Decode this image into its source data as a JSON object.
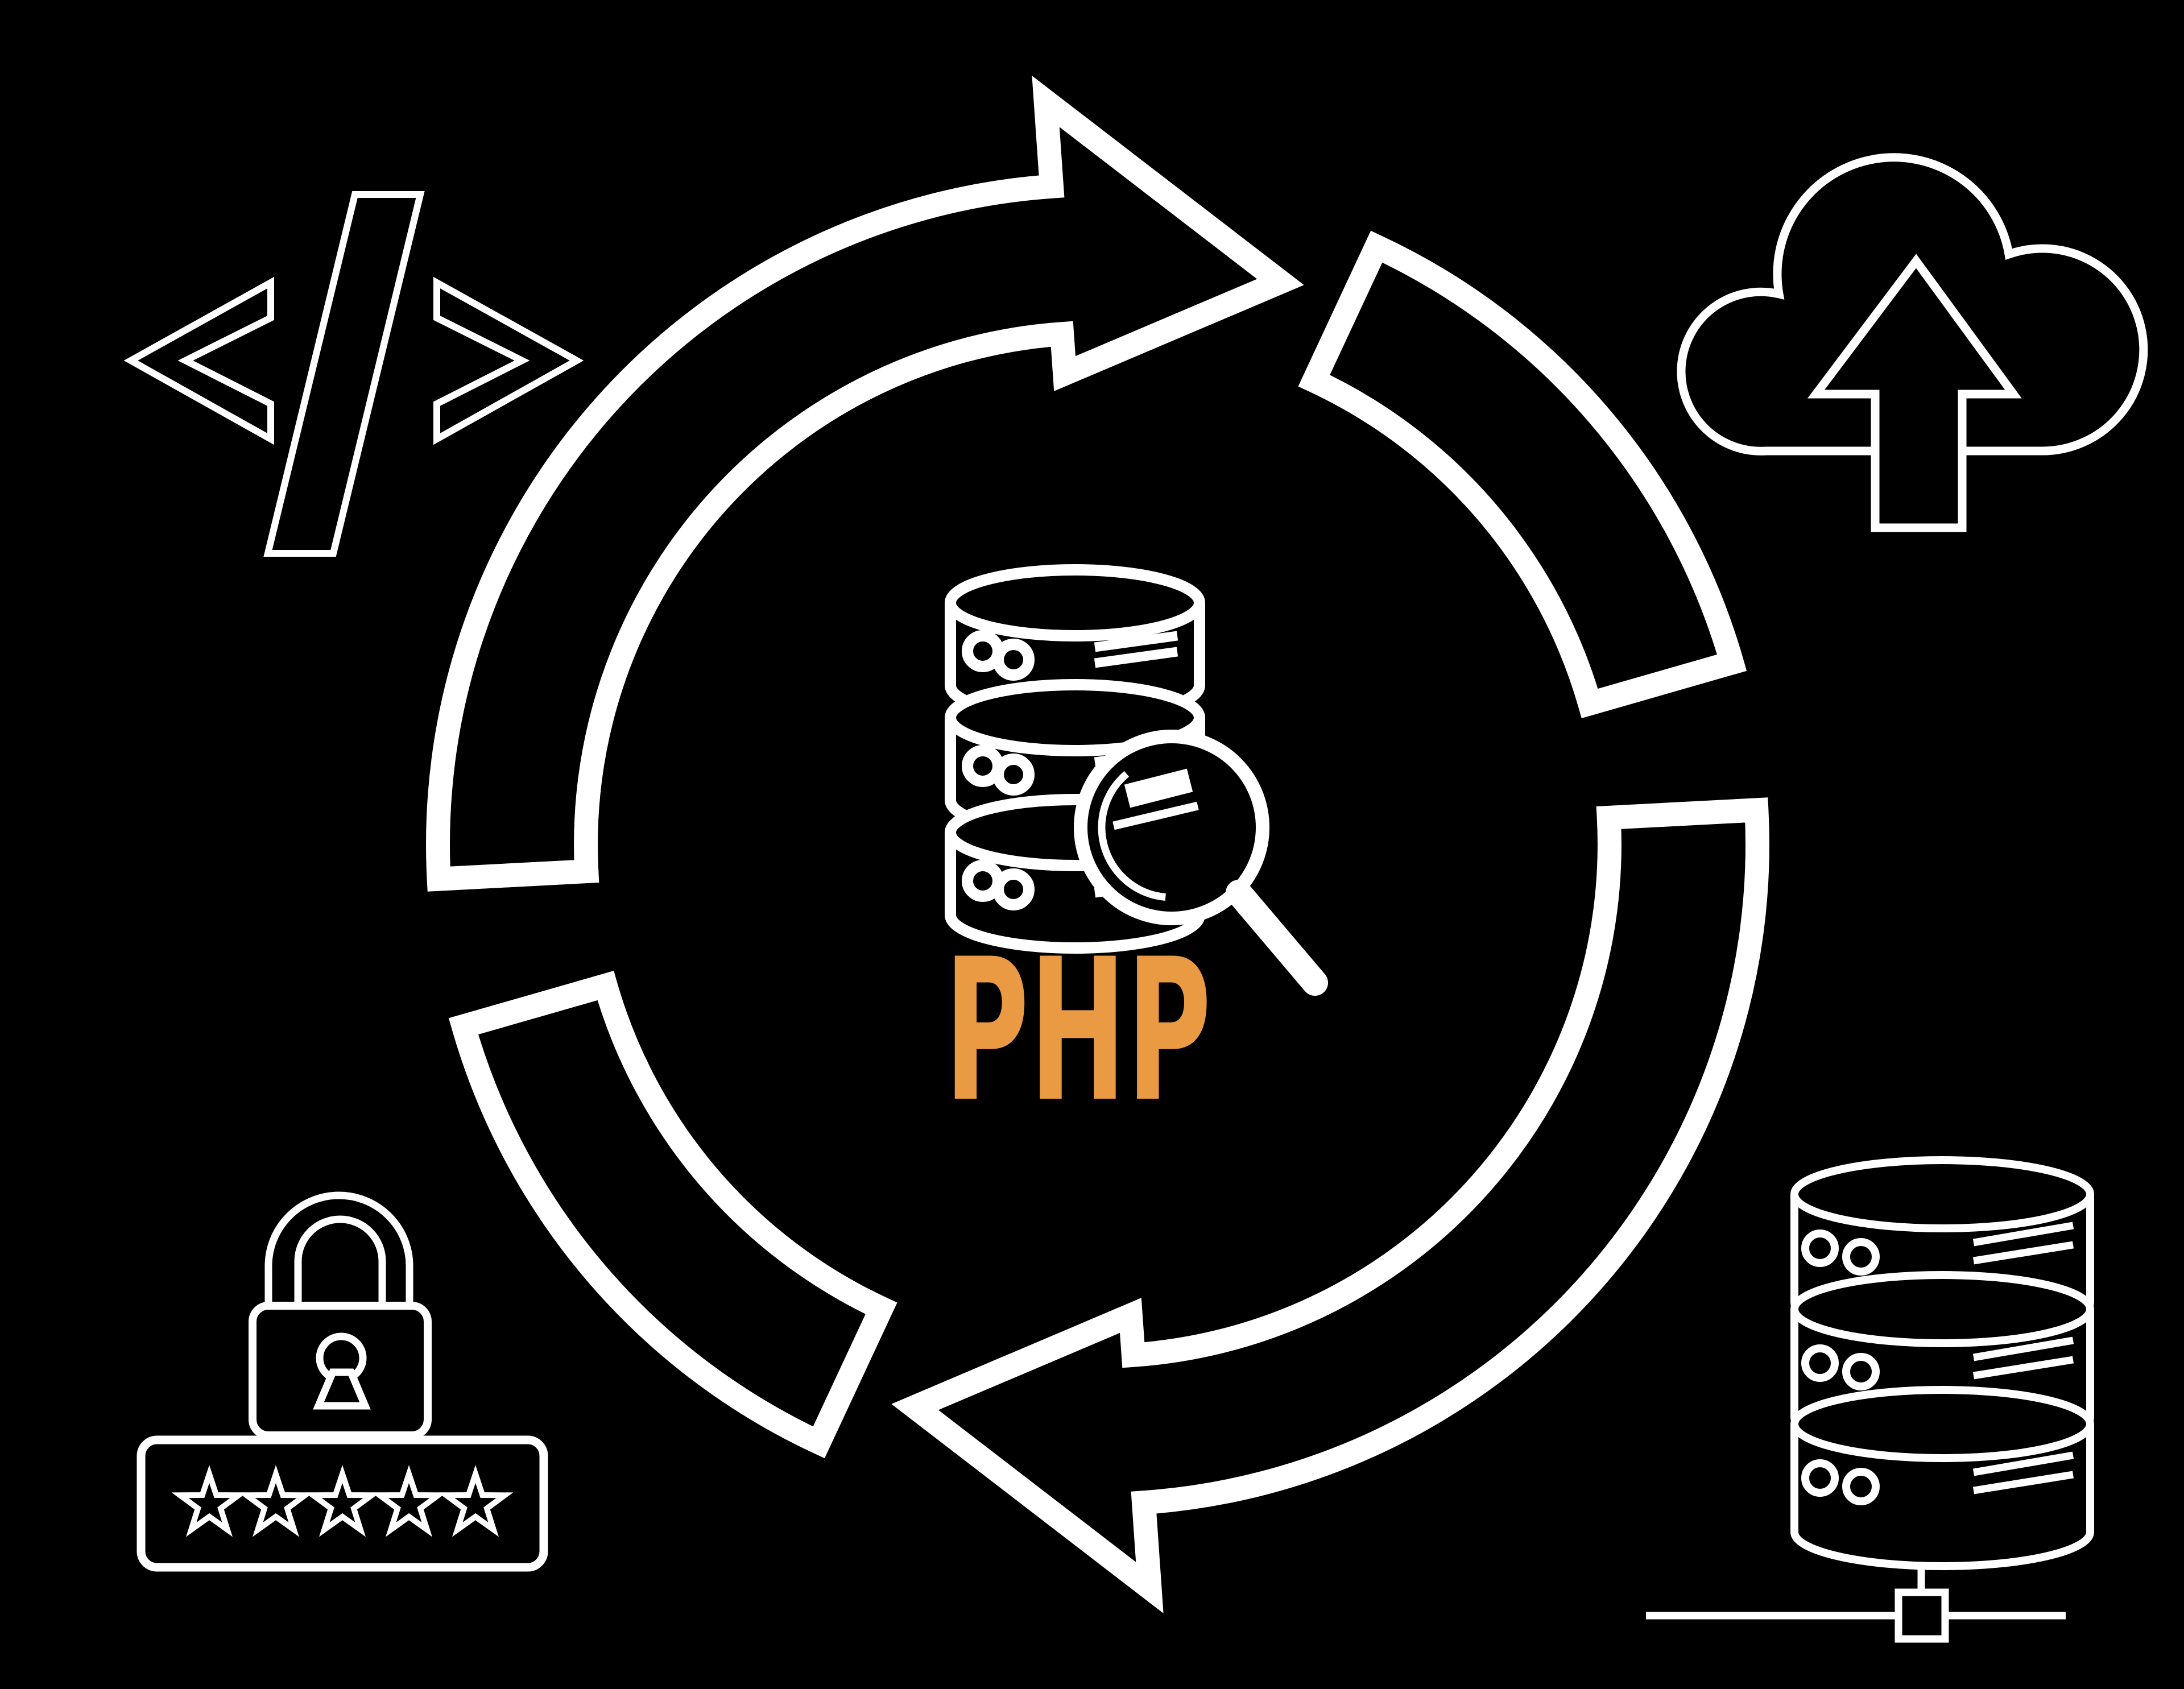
{
  "colors": {
    "background": "#000000",
    "line": "#ffffff",
    "accent": "#EB9A44"
  },
  "center": {
    "label": "PHP",
    "icon": "database-search-icon"
  },
  "icons": [
    {
      "name": "code-icon",
      "position": "top-left",
      "glyph": "</>"
    },
    {
      "name": "cloud-upload-icon",
      "position": "top-right"
    },
    {
      "name": "sync-cycle-icon",
      "position": "center",
      "arrows": 2,
      "direction": "clockwise"
    },
    {
      "name": "database-search-icon",
      "position": "center"
    },
    {
      "name": "password-lock-icon",
      "position": "bottom-left",
      "stars": 5
    },
    {
      "name": "database-server-icon",
      "position": "bottom-right"
    }
  ]
}
